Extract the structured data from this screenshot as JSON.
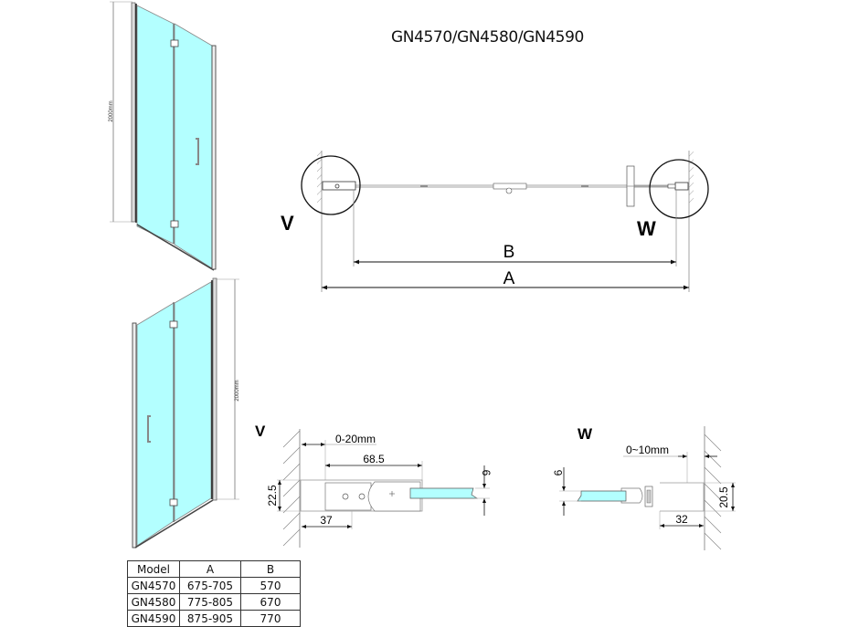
{
  "title": "GN4570/GN4580/GN4590",
  "colors": {
    "glass": "#b3ffff",
    "line": "#111111",
    "dimension_line": "#555555",
    "frame": "#888888"
  },
  "door_views": [
    {
      "name": "door-view-top",
      "height_label": "2000mm",
      "handle_side": "right"
    },
    {
      "name": "door-view-bottom",
      "height_label": "2000mm",
      "handle_side": "left"
    }
  ],
  "plan_view": {
    "left_detail_label": "V",
    "right_detail_label": "W",
    "dim_inner_label": "B",
    "dim_outer_label": "A"
  },
  "detail_v": {
    "label": "V",
    "adjust_range": "0-20mm",
    "profile_length": "68.5",
    "glass_thickness": "6",
    "profile_depth": "22.5",
    "wall_profile_width": "37"
  },
  "detail_w": {
    "label": "W",
    "adjust_range": "0~10mm",
    "glass_thickness": "6",
    "profile_depth": "20.5",
    "wall_profile_width": "32"
  },
  "table": {
    "headers": [
      "Model",
      "A",
      "B"
    ],
    "rows": [
      [
        "GN4570",
        "675-705",
        "570"
      ],
      [
        "GN4580",
        "775-805",
        "670"
      ],
      [
        "GN4590",
        "875-905",
        "770"
      ]
    ]
  }
}
